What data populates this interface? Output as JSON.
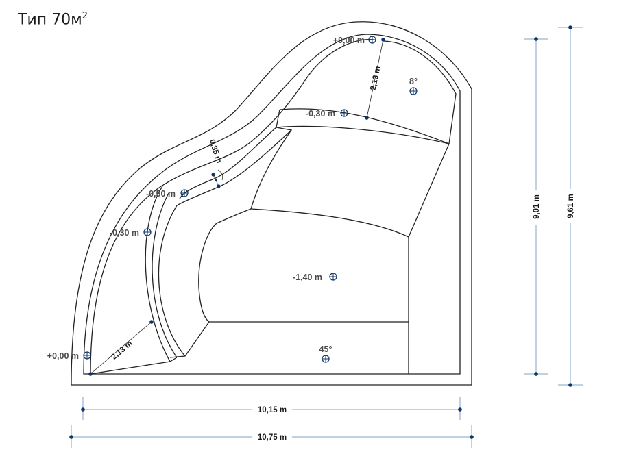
{
  "title": {
    "text": "Тип 70м",
    "sup": "2"
  },
  "levels": {
    "top_rim": "+0,00 m",
    "upper_step": "-0,30 m",
    "middle_step": "-0,50 m",
    "left_step": "-0,30 m",
    "deep": "-1,40 m",
    "left_rim": "+0,00 m"
  },
  "angles": {
    "slope_upper": "8°",
    "slope_lower": "45°"
  },
  "dimensions": {
    "step_width_top": "2,13 m",
    "step_width_left": "2,13 m",
    "wall": "0,35 m",
    "inner_height": "9,01 m",
    "outer_height": "9,61 m",
    "inner_width": "10,15 m",
    "outer_width": "10,75 m"
  },
  "colors": {
    "line": "#222222",
    "dimension_line": "#7fa3c4",
    "marker": "#0b3566",
    "label": "#4a4a4a"
  }
}
